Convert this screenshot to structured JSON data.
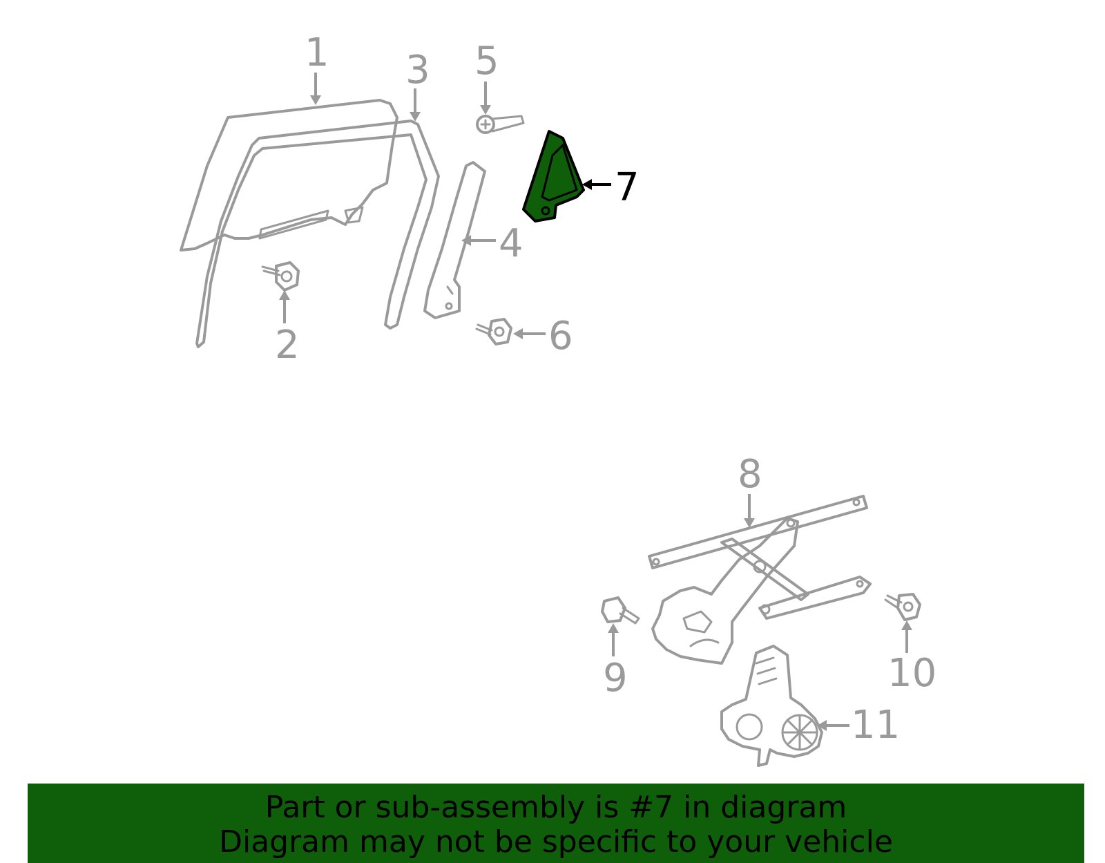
{
  "callouts": {
    "c1": "1",
    "c2": "2",
    "c3": "3",
    "c4": "4",
    "c5": "5",
    "c6": "6",
    "c7": "7",
    "c8": "8",
    "c9": "9",
    "c10": "10",
    "c11": "11"
  },
  "highlight": {
    "part": "7",
    "color": "#0f5f0a"
  },
  "banner": {
    "line1": "Part or sub-assembly is #7 in diagram",
    "line2": "Diagram may not be specific to your vehicle",
    "color": "#0f5f0a"
  }
}
